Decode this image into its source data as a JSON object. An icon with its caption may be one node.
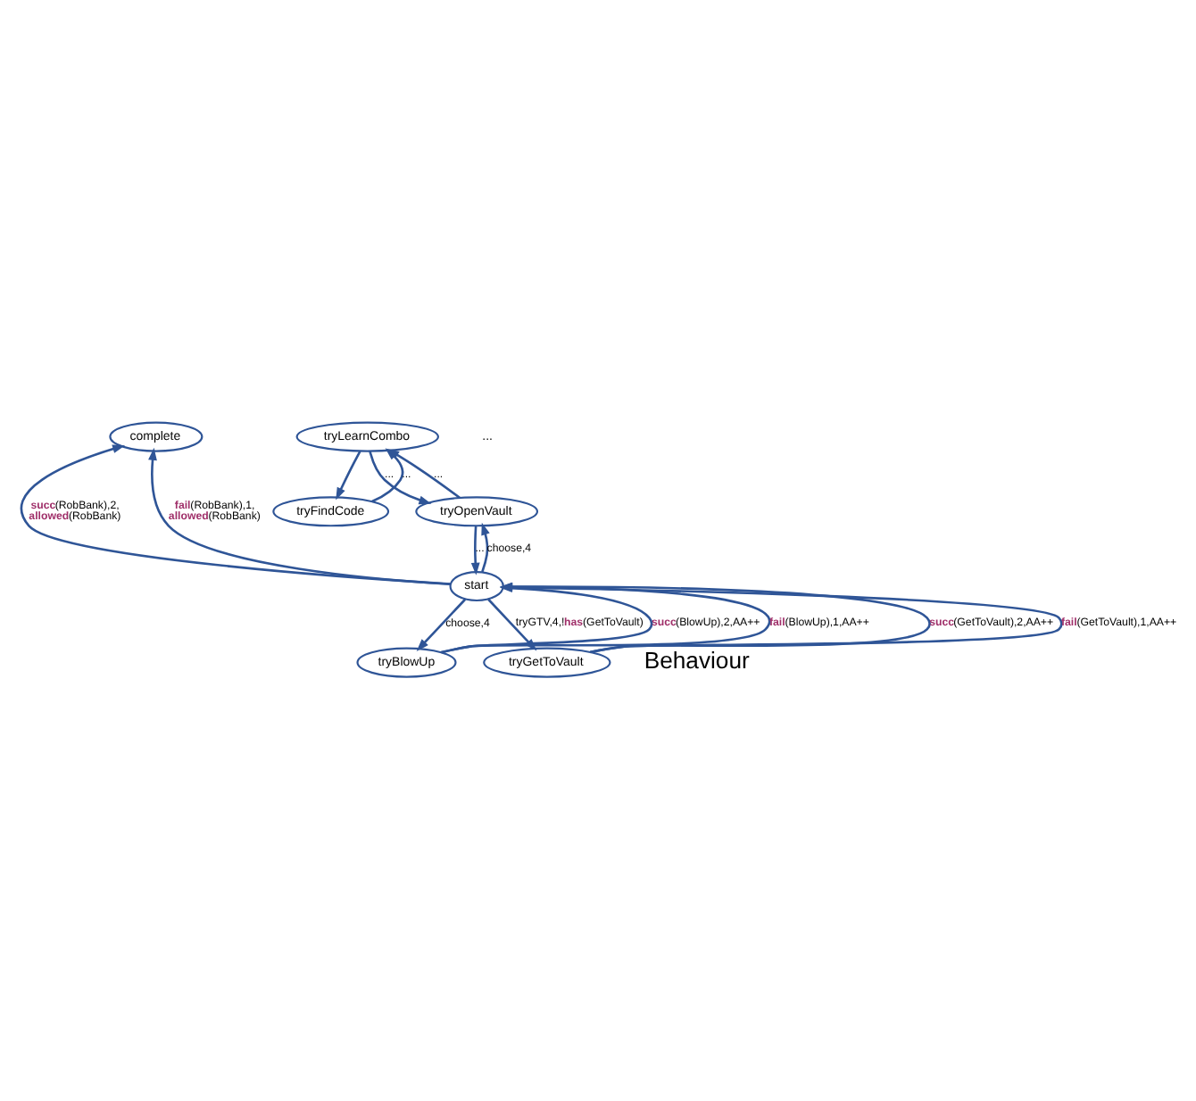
{
  "diagram": {
    "nodes": [
      {
        "text": [
          "complete"
        ]
      },
      {
        "text": [
          "tryLearnCombo"
        ]
      },
      {
        "text": [
          "tryFindCode"
        ]
      },
      {
        "text": [
          "tryOpenVault"
        ]
      },
      {
        "text": [
          "start"
        ]
      },
      {
        "text": [
          "tryBlowUp"
        ]
      },
      {
        "text": [
          "tryGetToVault"
        ]
      }
    ],
    "edges": [
      {
        "from": 4,
        "to": 0,
        "arrow": "to",
        "label": "**succ**(RobBank),2, **allowed**(RobBank)"
      },
      {
        "from": 4,
        "to": 0,
        "arrow": "to",
        "label": "**fail**(RobBank),1, **allowed**(RobBank)"
      },
      {
        "from": 1,
        "to": 2,
        "arrow": "to"
      },
      {
        "from": 2,
        "to": 1,
        "arrow": "to",
        "label": "..."
      },
      {
        "from": 3,
        "to": 1,
        "arrow": "to",
        "label": "..."
      },
      {
        "from": 1,
        "to": 3,
        "arrow": "to",
        "label": "..."
      },
      {
        "from": 4,
        "to": 3,
        "arrow": "to",
        "label": "choose,4"
      },
      {
        "from": 3,
        "to": 4,
        "arrow": "to",
        "label": "..."
      },
      {
        "from": 4,
        "to": 5,
        "arrow": "to",
        "label": "choose,4"
      },
      {
        "from": 4,
        "to": 6,
        "arrow": "to",
        "label": "tryGTV,4,!**has**(GetToVault)"
      },
      {
        "from": 6,
        "to": 4,
        "arrow": "to",
        "label": "**succ**(GetToVault),2,AA++"
      },
      {
        "from": 6,
        "to": 4,
        "arrow": "to",
        "label": "**fail**(GetToVault),1,AA++"
      },
      {
        "from": 5,
        "to": 4,
        "arrow": "to",
        "label": "**succ**(BlowUp),2,AA++"
      },
      {
        "from": 5,
        "to": 4,
        "arrow": "to",
        "label": "**fail**(BlowUp),1,AA++"
      }
    ],
    "labels": [
      "...",
      "Behaviour"
    ]
  }
}
